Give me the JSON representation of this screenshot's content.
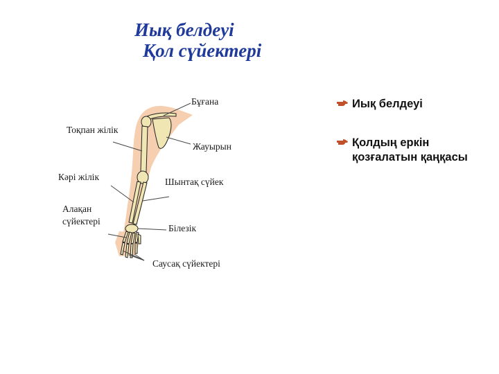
{
  "title": {
    "line1": "Иық белдеуі",
    "line2": "Қол сүйектері",
    "color": "#1f3a9a"
  },
  "labels": {
    "clavicle": "Бұғана",
    "humerus": "Тоқпан жілік",
    "scapula": "Жауырын",
    "radius": "Кәрі жілік",
    "ulna": "Шынтақ сүйек",
    "metacarpals_line1": "Алақан",
    "metacarpals_line2": "сүйектері",
    "carpals": "Білезік",
    "phalanges": "Саусақ сүйектері"
  },
  "bullets": [
    {
      "icon": "pointing-hand-icon",
      "text": "Иық белдеуі"
    },
    {
      "icon": "pointing-hand-icon",
      "text": "Қолдың еркін қозғалатын қаңқасы"
    }
  ],
  "colors": {
    "skin": "#f6cfb0",
    "bone": "#efe6b4",
    "bullet": "#c0502a"
  }
}
